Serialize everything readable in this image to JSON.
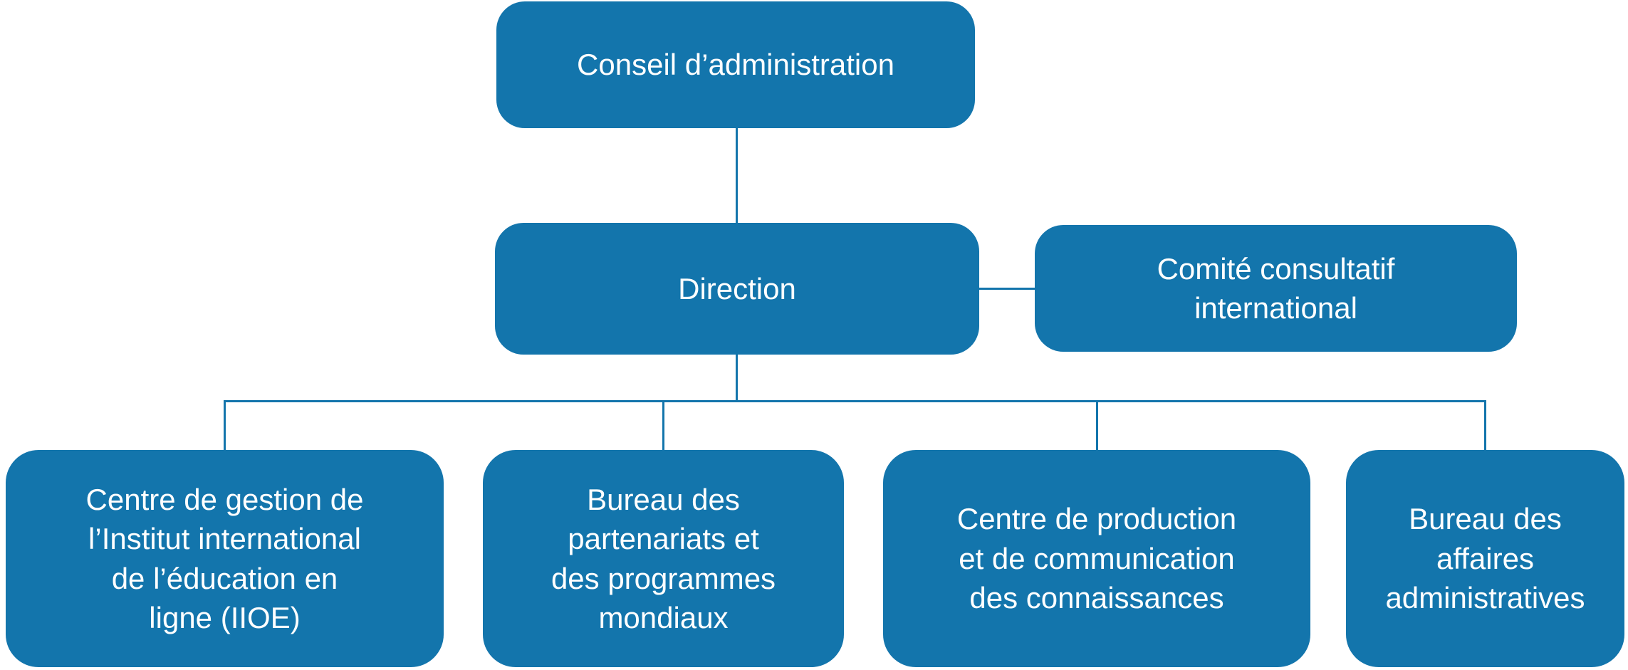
{
  "colors": {
    "node_fill": "#1375ac",
    "node_text": "#ffffff",
    "connector": "#1375ac",
    "background": "#ffffff"
  },
  "org_chart": {
    "root": {
      "label": "Conseil d’administration"
    },
    "direction": {
      "label": "Direction"
    },
    "advisory": {
      "lines": [
        "Comité consultatif",
        "international"
      ]
    },
    "departments": {
      "centre_gestion": {
        "lines": [
          "Centre de gestion de",
          "l’Institut international",
          "de l’éducation en",
          "ligne (IIOE)"
        ]
      },
      "bureau_partenariats": {
        "lines": [
          "Bureau des",
          "partenariats et",
          "des programmes",
          "mondiaux"
        ]
      },
      "centre_production": {
        "lines": [
          "Centre de production",
          "et de communication",
          "des connaissances"
        ]
      },
      "bureau_affaires": {
        "lines": [
          "Bureau des",
          "affaires",
          "administratives"
        ]
      }
    }
  }
}
